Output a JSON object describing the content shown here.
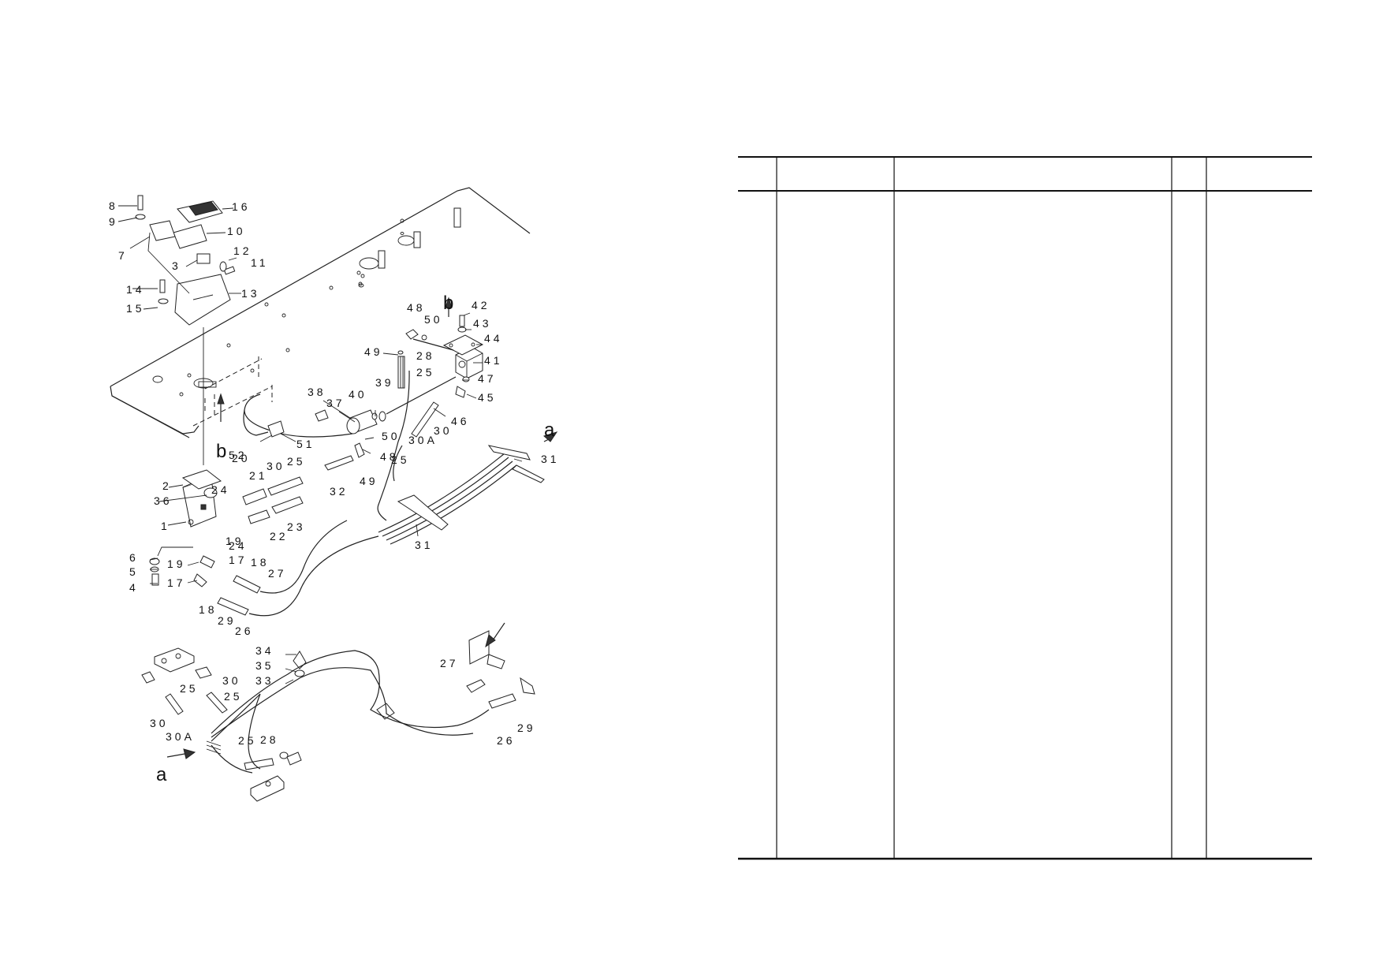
{
  "callouts": [
    {
      "id": "c8",
      "text": "8"
    },
    {
      "id": "c9",
      "text": "9"
    },
    {
      "id": "c7",
      "text": "7"
    },
    {
      "id": "c16",
      "text": "16"
    },
    {
      "id": "c10",
      "text": "10"
    },
    {
      "id": "c3",
      "text": "3"
    },
    {
      "id": "c12",
      "text": "12"
    },
    {
      "id": "c11",
      "text": "11"
    },
    {
      "id": "c14",
      "text": "14"
    },
    {
      "id": "c13",
      "text": "13"
    },
    {
      "id": "c15",
      "text": "15"
    },
    {
      "id": "c48a",
      "text": "48"
    },
    {
      "id": "c50a",
      "text": "50"
    },
    {
      "id": "c42",
      "text": "42"
    },
    {
      "id": "c43",
      "text": "43"
    },
    {
      "id": "c44",
      "text": "44"
    },
    {
      "id": "c49a",
      "text": "49"
    },
    {
      "id": "c28a",
      "text": "28"
    },
    {
      "id": "c41",
      "text": "41"
    },
    {
      "id": "c25a",
      "text": "25"
    },
    {
      "id": "c47",
      "text": "47"
    },
    {
      "id": "c39",
      "text": "39"
    },
    {
      "id": "c38",
      "text": "38"
    },
    {
      "id": "c40",
      "text": "40"
    },
    {
      "id": "c45",
      "text": "45"
    },
    {
      "id": "c37",
      "text": "37"
    },
    {
      "id": "c46",
      "text": "46"
    },
    {
      "id": "c30a",
      "text": "30"
    },
    {
      "id": "c50b",
      "text": "50"
    },
    {
      "id": "c30Aa",
      "text": "30A"
    },
    {
      "id": "c51",
      "text": "51"
    },
    {
      "id": "c48b",
      "text": "48"
    },
    {
      "id": "c25b",
      "text": "25"
    },
    {
      "id": "c31a",
      "text": "31"
    },
    {
      "id": "c52",
      "text": "52"
    },
    {
      "id": "c30b",
      "text": "30"
    },
    {
      "id": "c25c",
      "text": "25"
    },
    {
      "id": "c21",
      "text": "21"
    },
    {
      "id": "c20",
      "text": "20"
    },
    {
      "id": "c2",
      "text": "2"
    },
    {
      "id": "c24a",
      "text": "24"
    },
    {
      "id": "c32",
      "text": "32"
    },
    {
      "id": "c49b",
      "text": "49"
    },
    {
      "id": "c36",
      "text": "36"
    },
    {
      "id": "c23",
      "text": "23"
    },
    {
      "id": "c1",
      "text": "1"
    },
    {
      "id": "c24b",
      "text": "24"
    },
    {
      "id": "c22",
      "text": "22"
    },
    {
      "id": "c31b",
      "text": "31"
    },
    {
      "id": "c19a",
      "text": "19"
    },
    {
      "id": "c17a",
      "text": "17"
    },
    {
      "id": "c6",
      "text": "6"
    },
    {
      "id": "c19b",
      "text": "19"
    },
    {
      "id": "c18a",
      "text": "18"
    },
    {
      "id": "c5",
      "text": "5"
    },
    {
      "id": "c27a",
      "text": "27"
    },
    {
      "id": "c17b",
      "text": "17"
    },
    {
      "id": "c4",
      "text": "4"
    },
    {
      "id": "c18b",
      "text": "18"
    },
    {
      "id": "c29a",
      "text": "29"
    },
    {
      "id": "c26a",
      "text": "26"
    },
    {
      "id": "c34",
      "text": "34"
    },
    {
      "id": "c35",
      "text": "35"
    },
    {
      "id": "c33",
      "text": "33"
    },
    {
      "id": "c25d",
      "text": "25"
    },
    {
      "id": "c30c",
      "text": "30"
    },
    {
      "id": "c25e",
      "text": "25"
    },
    {
      "id": "c30d",
      "text": "30"
    },
    {
      "id": "c30Ab",
      "text": "30A"
    },
    {
      "id": "c25f",
      "text": "25"
    },
    {
      "id": "c28b",
      "text": "28"
    },
    {
      "id": "c27b",
      "text": "27"
    },
    {
      "id": "c29b",
      "text": "29"
    },
    {
      "id": "c26b",
      "text": "26"
    }
  ],
  "view_letters": [
    {
      "id": "a1",
      "text": "a"
    },
    {
      "id": "b1",
      "text": "b"
    },
    {
      "id": "b2",
      "text": "b"
    },
    {
      "id": "a2",
      "text": "a"
    }
  ],
  "parts_table": {
    "columns": [
      "",
      "",
      "",
      "",
      ""
    ],
    "rows": []
  }
}
